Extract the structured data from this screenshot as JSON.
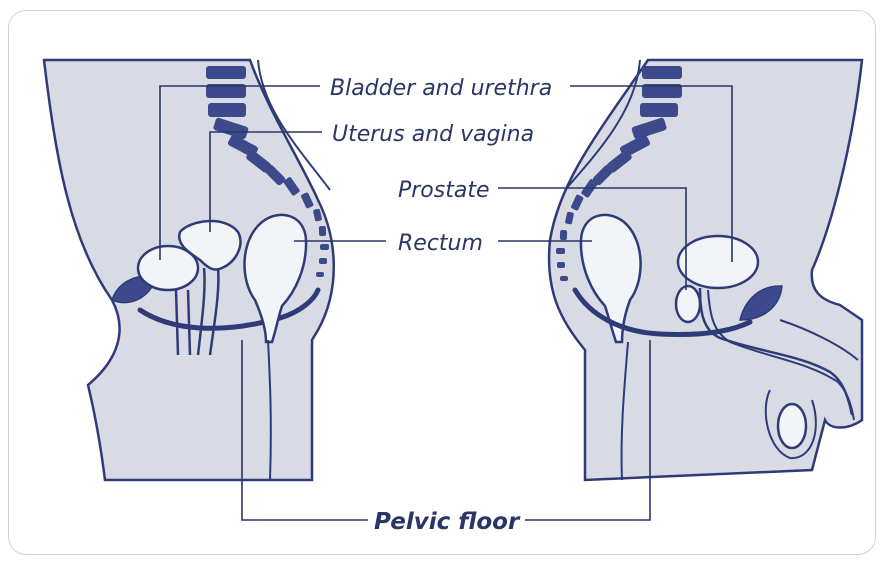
{
  "labels": {
    "bladder_urethra": "Bladder and urethra",
    "uterus_vagina": "Uterus and vagina",
    "prostate": "Prostate",
    "rectum": "Rectum",
    "pelvic_floor": "Pelvic floor"
  },
  "colors": {
    "body_fill": "#d8dbe4",
    "outline": "#2f3b78",
    "organ_fill": "#f2f4f8",
    "dark_fill": "#3c4a8c",
    "label_text": "#2b3566",
    "leader_line": "#2b3566",
    "frame_border": "#cfd3d8"
  }
}
